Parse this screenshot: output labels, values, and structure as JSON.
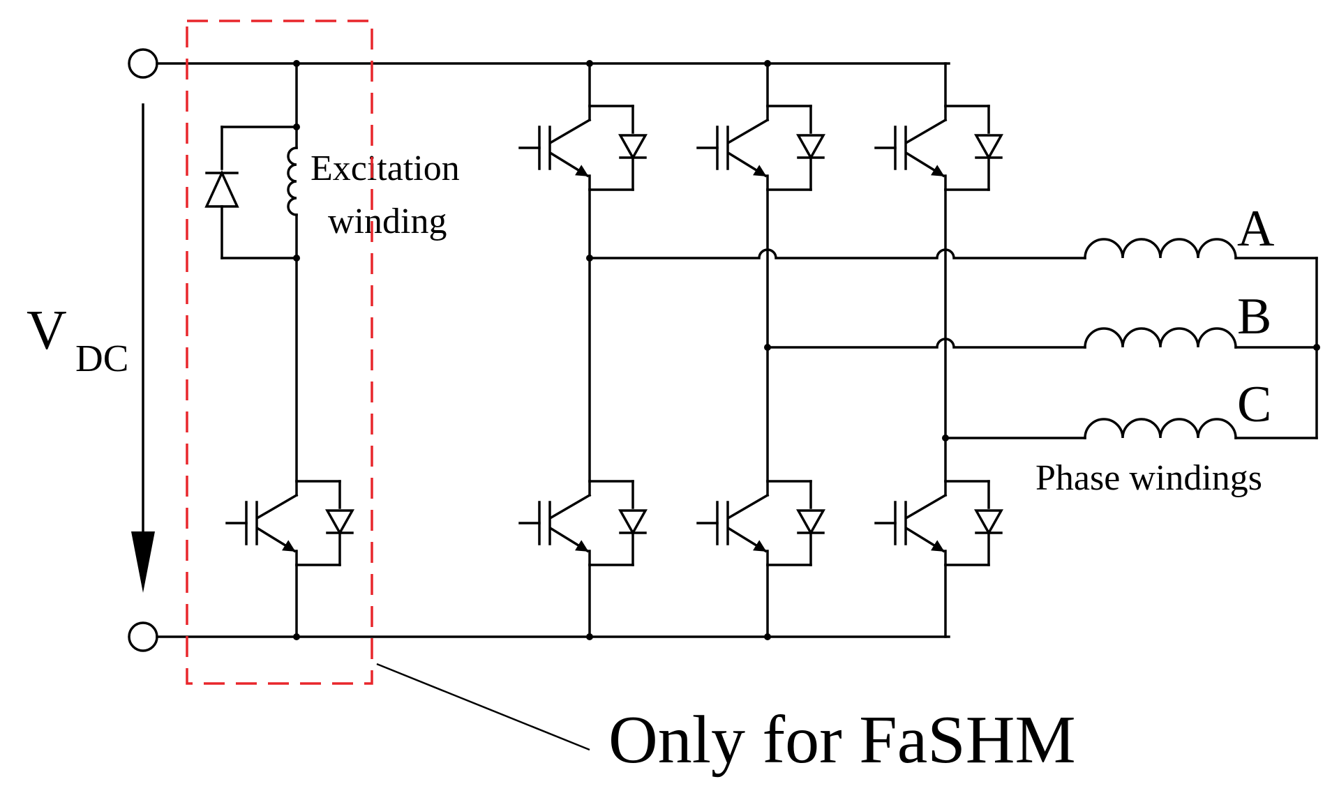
{
  "labels": {
    "voltage_main": "V",
    "voltage_sub": "DC",
    "excitation_line1": "Excitation",
    "excitation_line2": "winding",
    "phase_a": "A",
    "phase_b": "B",
    "phase_c": "C",
    "phase_windings": "Phase windings",
    "callout": "Only for FaSHM"
  },
  "colors": {
    "wire": "#000000",
    "highlight_box": "#e8262b"
  },
  "components": {
    "excitation_leg": [
      "diode-icon",
      "inductor-icon",
      "igbt-icon"
    ],
    "inverter_legs": 3,
    "switches_per_leg": 2
  }
}
